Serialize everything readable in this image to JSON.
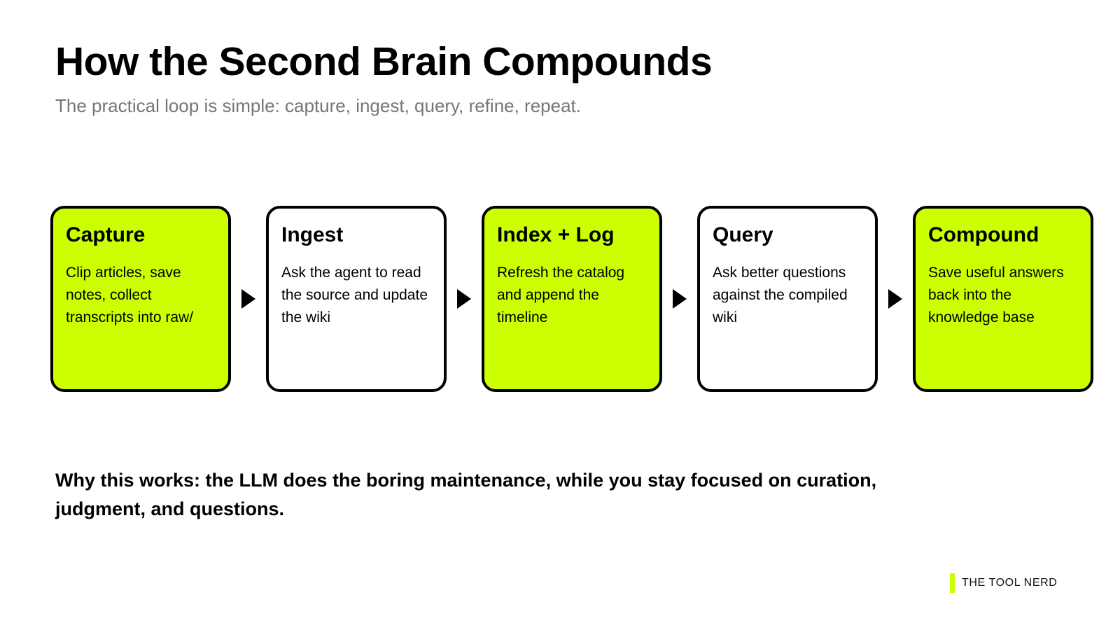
{
  "header": {
    "title": "How the Second Brain Compounds",
    "subtitle": "The practical loop is simple: capture, ingest, query, refine, repeat."
  },
  "flow": {
    "arrow_icon": "triangle-right-icon",
    "accent_color": "#ccff00",
    "steps": [
      {
        "title": "Capture",
        "body": "Clip articles, save notes, collect transcripts into raw/",
        "accent": true
      },
      {
        "title": "Ingest",
        "body": "Ask the agent to read the source and update the wiki",
        "accent": false
      },
      {
        "title": "Index + Log",
        "body": "Refresh the catalog and append the timeline",
        "accent": true
      },
      {
        "title": "Query",
        "body": "Ask better questions against the compiled wiki",
        "accent": false
      },
      {
        "title": "Compound",
        "body": "Save useful answers back into the knowledge base",
        "accent": true
      }
    ]
  },
  "takeaway": {
    "text": "Why this works: the LLM does the boring maintenance, while you stay focused on curation, judgment, and questions."
  },
  "brand": {
    "name": "THE TOOL NERD",
    "bar_color": "#ccff00"
  }
}
